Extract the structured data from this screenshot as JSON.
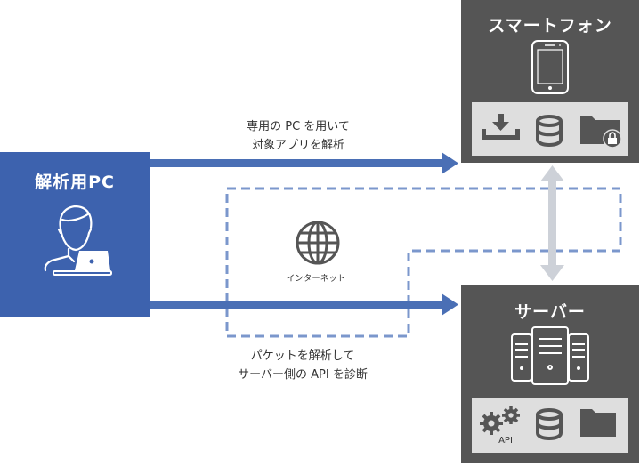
{
  "nodes": {
    "analysis_pc": {
      "title": "解析用PC",
      "icon": "person-with-laptop-icon",
      "color": "#3d62ae"
    },
    "smartphone": {
      "title": "スマートフォン",
      "icon": "smartphone-icon",
      "color": "#555555",
      "tray_icons": [
        "download-icon",
        "database-icon",
        "locked-folder-icon"
      ]
    },
    "server": {
      "title": "サーバー",
      "icon": "server-rack-icon",
      "color": "#555555",
      "tray_icons": [
        "gears-icon",
        "database-icon",
        "folder-icon"
      ],
      "api_label": "API"
    }
  },
  "network": {
    "label": "インターネット",
    "icon": "globe-icon",
    "border_color": "#7b97cc"
  },
  "edges": {
    "pc_to_phone": {
      "caption_line1": "専用の PC を用いて",
      "caption_line2": "対象アプリを解析",
      "color": "#4a6fb5"
    },
    "pc_to_server": {
      "caption_line1": "パケットを解析して",
      "caption_line2": "サーバー側の API を診断",
      "color": "#4a6fb5"
    },
    "phone_server": {
      "type": "bidirectional",
      "color": "#cdd1d8"
    }
  }
}
